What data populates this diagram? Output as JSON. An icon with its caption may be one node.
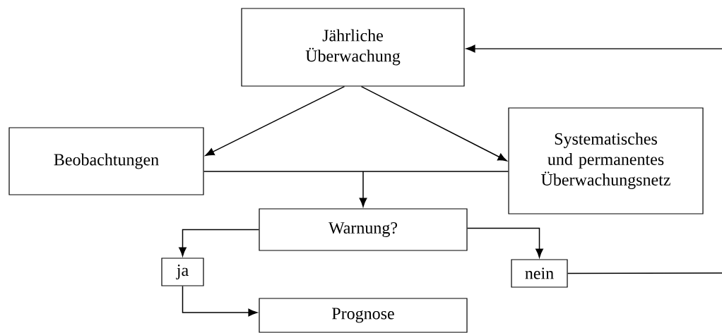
{
  "diagram": {
    "nodes": [
      {
        "text": [
          "Jährliche Überwachung"
        ]
      },
      {
        "text": [
          "Beobachtungen"
        ]
      },
      {
        "text": [
          "Systematisches und permanentes Überwachungsnetz"
        ]
      },
      {
        "text": [
          "Warnung?"
        ]
      },
      {
        "text": [
          "ja"
        ]
      },
      {
        "text": [
          "nein"
        ]
      },
      {
        "text": [
          "Prognose"
        ]
      }
    ],
    "edges": [
      {
        "from": 0,
        "to": 1,
        "arrow": "to"
      },
      {
        "from": 0,
        "to": 2,
        "arrow": "to"
      },
      {
        "from": 1,
        "to": 3,
        "arrow": "to"
      },
      {
        "from": 2,
        "to": 3,
        "arrow": "to"
      },
      {
        "from": 3,
        "to": 4,
        "arrow": "to"
      },
      {
        "from": 3,
        "to": 5,
        "arrow": "to"
      },
      {
        "from": 4,
        "to": 6,
        "arrow": "to"
      },
      {
        "from": 5,
        "to": null,
        "arrow": "none"
      },
      {
        "from": null,
        "to": 0,
        "arrow": "to"
      }
    ]
  }
}
